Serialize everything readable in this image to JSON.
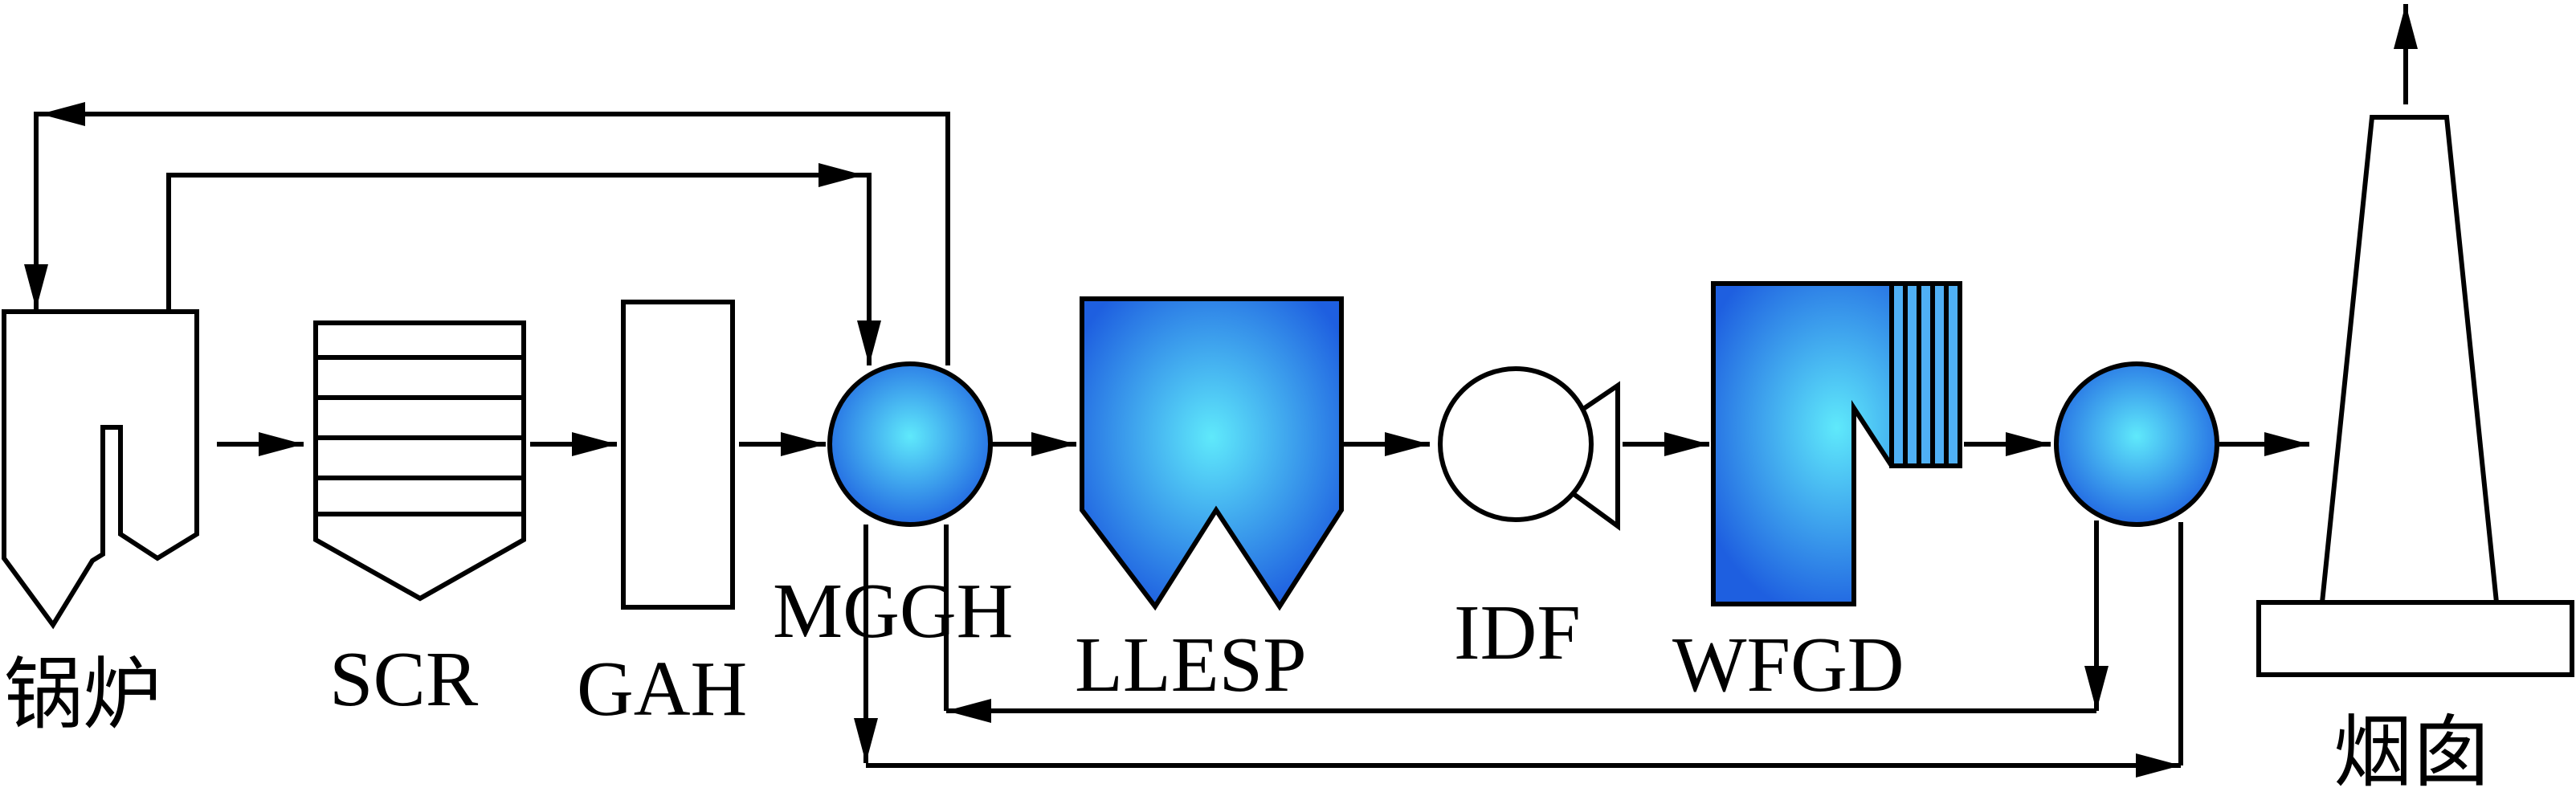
{
  "labels": {
    "boiler": "锅炉",
    "scr": "SCR",
    "gah": "GAH",
    "mggh": "MGGH",
    "llesp": "LLESP",
    "idf": "IDF",
    "wfgd": "WFGD",
    "chimney": "烟囱"
  },
  "colors": {
    "line": "#000000",
    "equipment_fill_center": "#5fe9fb",
    "equipment_fill_edge": "#1e5fe0",
    "background": "#ffffff"
  }
}
